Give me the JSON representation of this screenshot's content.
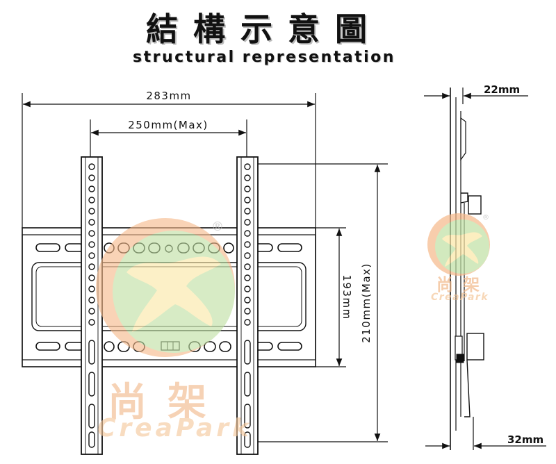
{
  "header": {
    "title_zh": "結構示意圖",
    "title_en": "structural representation"
  },
  "front_view": {
    "width_overall": "283mm",
    "width_max": "250mm(Max)",
    "height_plate": "193mm",
    "height_max": "210mm(Max)"
  },
  "side_view": {
    "depth_top": "22mm",
    "depth_bottom": "32mm"
  },
  "watermark": {
    "brand_zh": "尚架",
    "brand_en": "CreaPark",
    "registered": "®",
    "colors": {
      "orange": "#f6b98a",
      "green": "#bfe0a3",
      "yellow": "#fbe7a6"
    }
  }
}
